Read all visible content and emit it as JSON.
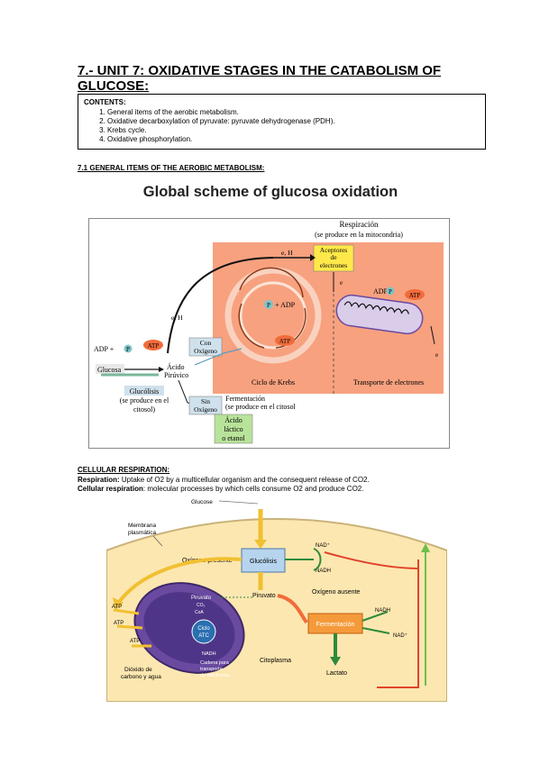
{
  "title": "7.- UNIT 7: OXIDATIVE STAGES IN THE CATABOLISM OF GLUCOSE:",
  "contents": {
    "label": "CONTENTS:",
    "items": [
      "General items of the aerobic metabolism.",
      "Oxidative decarboxylation of pyruvate: pyruvate dehydrogenase (PDH).",
      "Krebs cycle.",
      "Oxidative phosphorylation."
    ]
  },
  "section_heading": "7.1 GENERAL ITEMS OF THE AEROBIC METABOLISM:",
  "diagram1": {
    "title": "Global scheme of glucosa oxidation",
    "respiracion": "Respiración",
    "respiracion_sub": "(se produce en la mitocondria)",
    "aceptores_1": "Aceptores",
    "aceptores_2": "de",
    "aceptores_3": "electrones",
    "e_h_top": "e, H",
    "e_h_left": "e, H",
    "e_label": "e",
    "e_label2": "e",
    "adp_p_left": "ADP +",
    "p": "P",
    "atp": "ATP",
    "p_adp": "+ ADP",
    "adp_p_right": "ADP +",
    "glucosa": "Glucosa",
    "acido_1": "Ácido",
    "acido_2": "Pirúvico",
    "con_1": "Con",
    "con_2": "Oxígeno",
    "sin_1": "Sin",
    "sin_2": "Oxígeno",
    "glucolisis_1": "Glucólisis",
    "glucolisis_2": "(se produce en el",
    "glucolisis_3": "citosol)",
    "fermentacion_1": "Fermentación",
    "fermentacion_2": "(se produce en el citosol",
    "lactico_1": "Ácido",
    "lactico_2": "láctico",
    "lactico_3": "o etanol",
    "ciclo_krebs": "Ciclo de Krebs",
    "transporte": "Transporte de electrones"
  },
  "cellular_heading": "CELLULAR RESPIRATION:",
  "para1": {
    "term": "Respiration:",
    "text": " Uptake of O2 by a multicellular organism and the consequent release of CO2."
  },
  "para2": {
    "term": "Cellular respiration",
    "text": ": molecular processes by which cells consume O2 and produce CO2."
  },
  "diagram2": {
    "glucose": "Glucose",
    "membrana_1": "Membrana",
    "membrana_2": "plasmática",
    "oxigeno_presente": "Oxígeno presente",
    "glucolisis": "Glucólisis",
    "nad_plus": "NAD⁺",
    "nadh": "NADH",
    "nadh2": "NADH",
    "nad_plus2": "NAD⁺",
    "piruvato": "Piruvato",
    "piruvato_inner": "Piruvato",
    "oxigeno_ausente": "Oxígeno ausente",
    "fermentacion": "Fermentación",
    "ciclo_1": "Ciclo",
    "ciclo_2": "ATC",
    "nadh_inner": "NADH",
    "cadena_1": "Cadena para",
    "cadena_2": "transporte",
    "cadena_3": "de electrones",
    "dioxido_1": "Dióxido de",
    "dioxido_2": "carbono y agua",
    "citoplasma": "Citoplasma",
    "lactato": "Lactato",
    "atp": "ATP",
    "co2": "CO₂",
    "coa": "CoA"
  },
  "colors": {
    "salmon": "#f7a17f",
    "yellow_box": "#ffe94a",
    "blue_box": "#cfe1ec",
    "green_box": "#b8e39a",
    "purple": "#6a4aa0",
    "cytoplasm": "#fde7b0"
  }
}
